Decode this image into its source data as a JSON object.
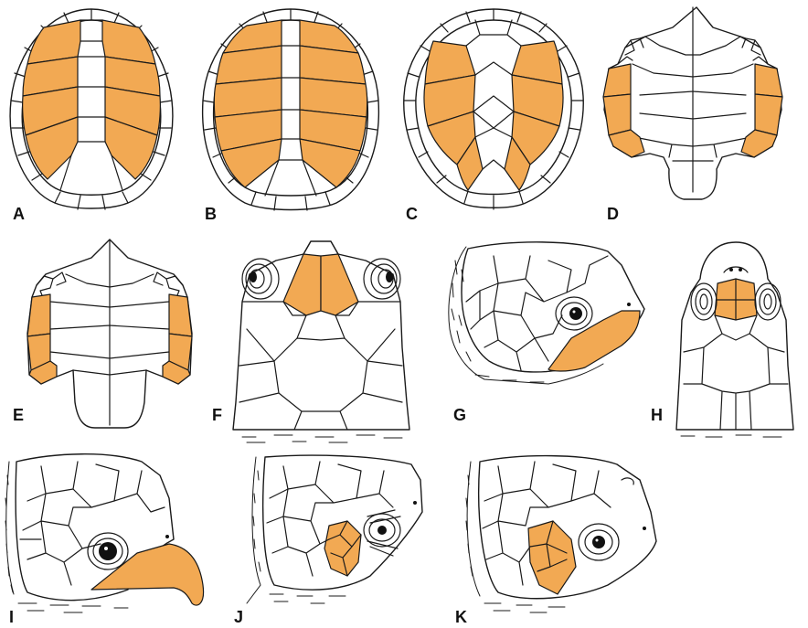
{
  "colors": {
    "highlight": "#F2A953",
    "outline": "#1a1a1a",
    "background": "#ffffff"
  },
  "panels": [
    {
      "id": "A",
      "label": "A"
    },
    {
      "id": "B",
      "label": "B"
    },
    {
      "id": "C",
      "label": "C"
    },
    {
      "id": "D",
      "label": "D"
    },
    {
      "id": "E",
      "label": "E"
    },
    {
      "id": "F",
      "label": "F"
    },
    {
      "id": "G",
      "label": "G"
    },
    {
      "id": "H",
      "label": "H"
    },
    {
      "id": "I",
      "label": "I"
    },
    {
      "id": "J",
      "label": "J"
    },
    {
      "id": "K",
      "label": "K"
    }
  ]
}
